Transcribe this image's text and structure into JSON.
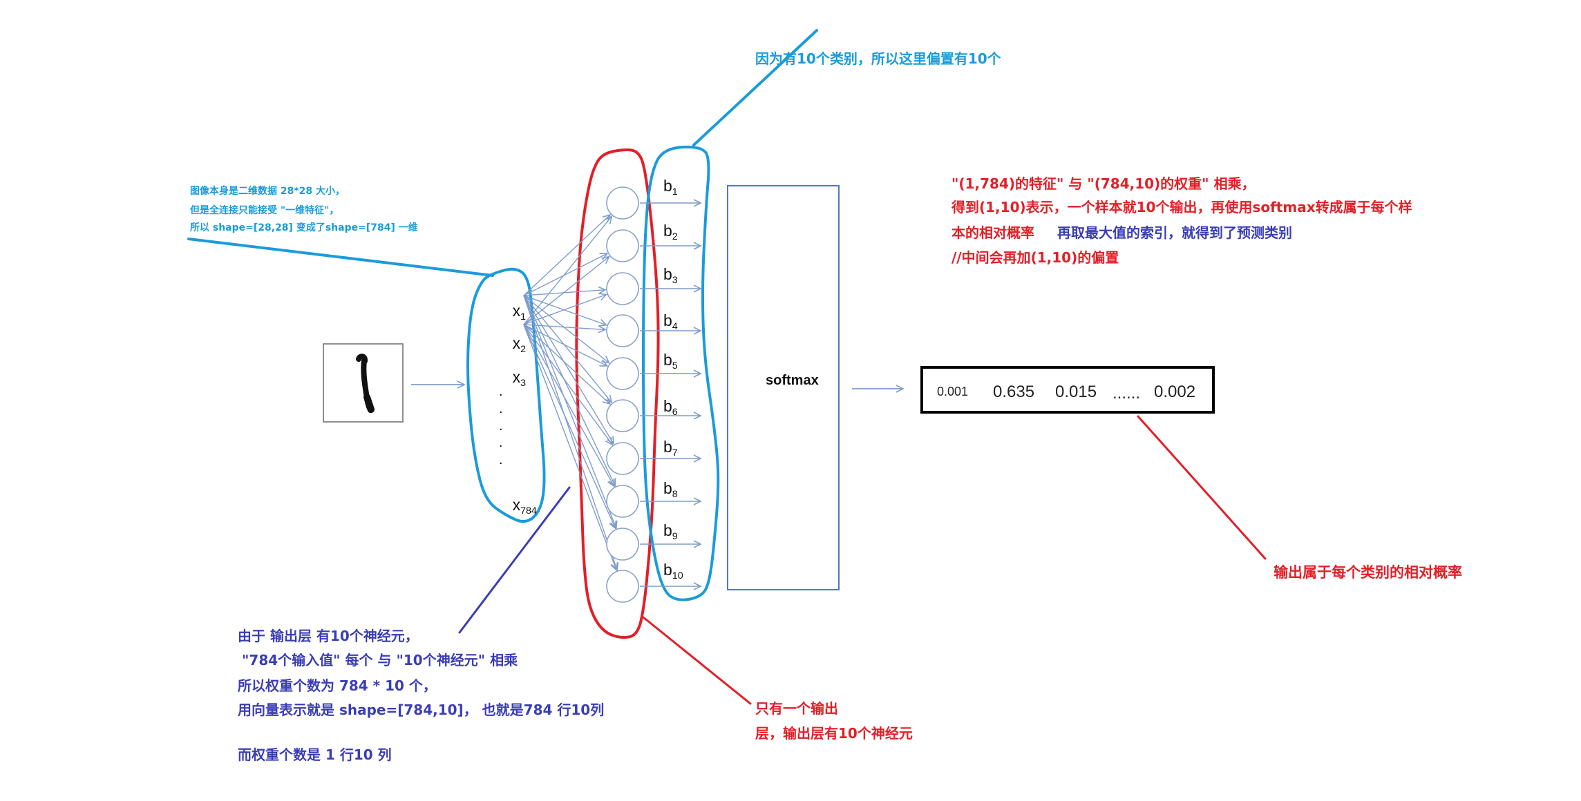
{
  "bias_note": "因为有10个类别，所以这里偏置有10个",
  "flatten_note": [
    "图像本身是二维数据 28*28 大小，",
    "但是全连接只能接受 \"一维特征\"，",
    "所以 shape=[28,28] 变成了shape=[784] 一维"
  ],
  "input_nodes": [
    {
      "base": "x",
      "sub": "1"
    },
    {
      "base": "x",
      "sub": "2"
    },
    {
      "base": "x",
      "sub": "3"
    },
    {
      "base": "x",
      "sub": "784"
    }
  ],
  "input_ellipsis": [
    ".",
    ".",
    ".",
    ".",
    "."
  ],
  "bias_nodes": [
    {
      "base": "b",
      "sub": "1"
    },
    {
      "base": "b",
      "sub": "2"
    },
    {
      "base": "b",
      "sub": "3"
    },
    {
      "base": "b",
      "sub": "4"
    },
    {
      "base": "b",
      "sub": "5"
    },
    {
      "base": "b",
      "sub": "6"
    },
    {
      "base": "b",
      "sub": "7"
    },
    {
      "base": "b",
      "sub": "8"
    },
    {
      "base": "b",
      "sub": "9"
    },
    {
      "base": "b",
      "sub": "10"
    }
  ],
  "softmax_label": "softmax",
  "output_values": [
    "0.001",
    "0.635",
    "0.015",
    "......",
    "0.002"
  ],
  "output_note": "输出属于每个类别的相对概率",
  "matmul_note": {
    "line1": "\"(1,784)的特征\" 与 \"(784,10)的权重\" 相乘，",
    "line2": "得到(1,10)表示，一个样本就10个输出，再使用softmax转成属于每个样",
    "line3_red": "本的相对概率",
    "line3_blue": "再取最大值的索引，就得到了预测类别",
    "line4": "//中间会再加(1,10)的偏置"
  },
  "weights_note": [
    "由于 输出层 有10个神经元，",
    "\"784个输入值\" 每个 与 \"10个神经元\" 相乘",
    "所以权重个数为 784 * 10 个，",
    "用向量表示就是 shape=[784,10]， 也就是784 行10列",
    "而权重个数是 1 行10 列"
  ],
  "output_layer_note": [
    "只有一个输出",
    "层，输出层有10个神经元"
  ],
  "colors": {
    "annotation_cyan": "#1a9bdb",
    "annotation_red": "#e41e26",
    "annotation_indigo": "#3a3db6",
    "arrow": "#7e9ccc",
    "softmax_box": "#5577b9",
    "neuron": "#8ba3c9"
  }
}
